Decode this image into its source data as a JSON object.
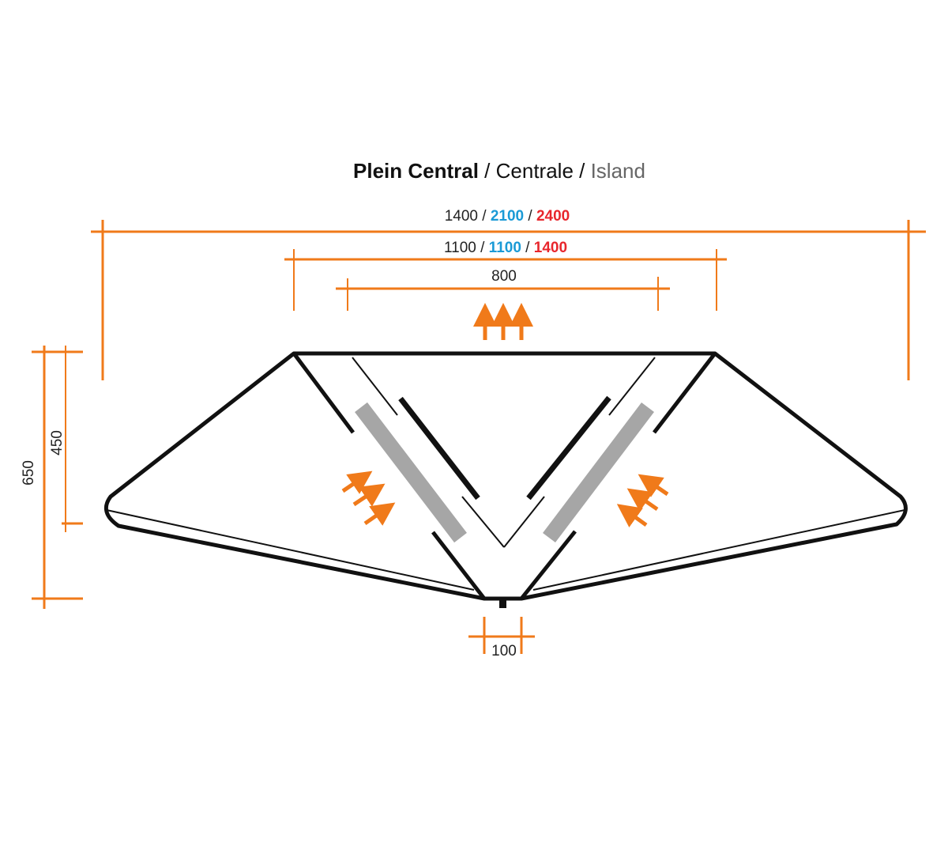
{
  "title": {
    "part1": "Plein Central",
    "sep1": " / ",
    "part2": "Centrale",
    "sep2": " / ",
    "part3": "Island"
  },
  "dimensions": {
    "overall_width": {
      "v1": "1400",
      "sep": " / ",
      "v2": "2100",
      "v3": "2400"
    },
    "inner_width": {
      "v1": "1100",
      "sep": " / ",
      "v2": "1100",
      "v3": "1400"
    },
    "filter_width": "800",
    "total_height": "650",
    "side_height": "450",
    "bottom_gap": "100"
  },
  "colors": {
    "dimension": "#f07a1a",
    "variant_blue": "#1a9ad6",
    "variant_red": "#e8262c",
    "title_grey": "#666666"
  }
}
